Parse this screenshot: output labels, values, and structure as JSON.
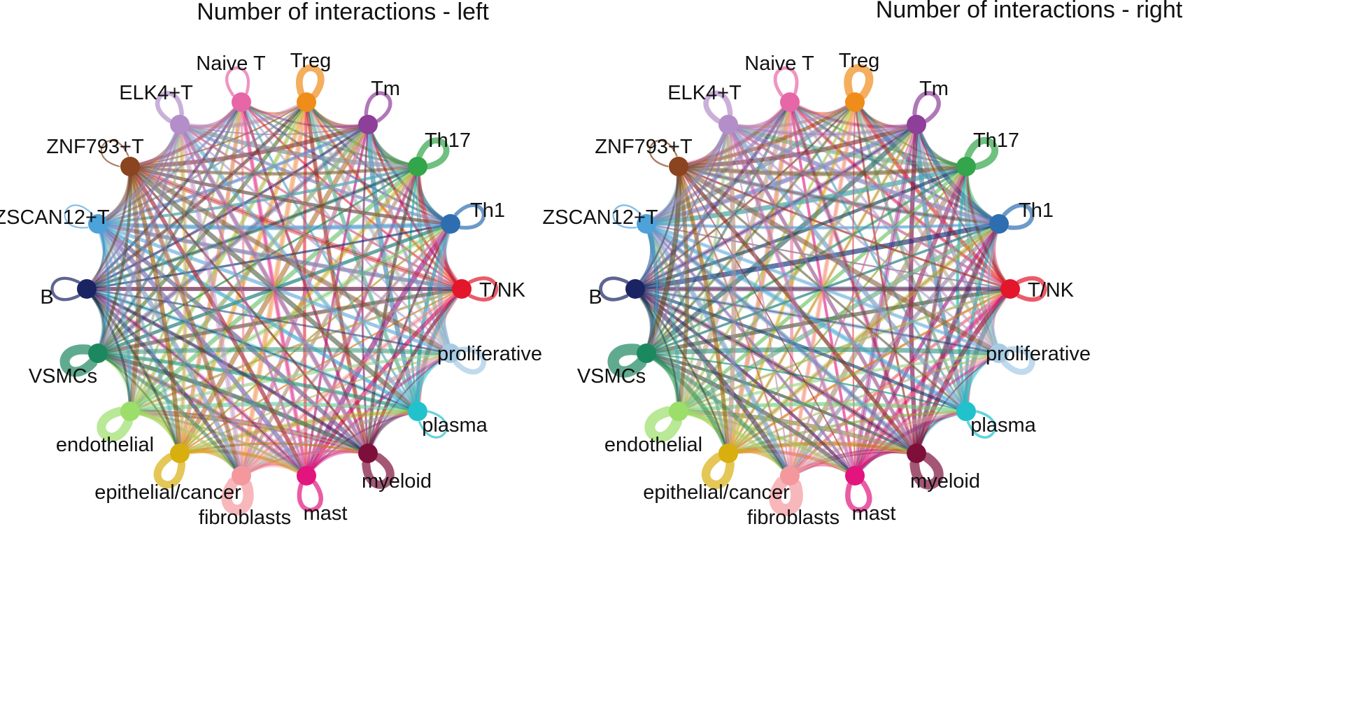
{
  "panels": [
    {
      "title": "Number of interactions - left",
      "loop_scale": "left"
    },
    {
      "title": "Number of interactions - right",
      "loop_scale": "right"
    }
  ],
  "nodes": [
    {
      "name": "Naive T",
      "color": "#E766A8",
      "loop": 3
    },
    {
      "name": "Treg",
      "color": "#F08C1A",
      "loop": 8
    },
    {
      "name": "Tm",
      "color": "#8E3F9A",
      "loop": 4
    },
    {
      "name": "Th17",
      "color": "#33A54A",
      "loop": 7
    },
    {
      "name": "Th1",
      "color": "#2E6EB0",
      "loop": 4
    },
    {
      "name": "T/NK",
      "color": "#E3162B",
      "loop": 4
    },
    {
      "name": "proliferative",
      "color": "#A7CBE5",
      "loop": 6
    },
    {
      "name": "plasma",
      "color": "#21C2CC",
      "loop": 2
    },
    {
      "name": "myeloid",
      "color": "#7E0F3B",
      "loop": 10
    },
    {
      "name": "mast",
      "color": "#E2157E",
      "loop": 5
    },
    {
      "name": "fibroblasts",
      "color": "#F4989E",
      "loop": 13
    },
    {
      "name": "epithelial/cancer",
      "color": "#D8AF0E",
      "loop": 9
    },
    {
      "name": "endothelial",
      "color": "#9BDE6A",
      "loop": 11
    },
    {
      "name": "VSMCs",
      "color": "#1C8860",
      "loop": 12
    },
    {
      "name": "B",
      "color": "#1B2463",
      "loop": 3
    },
    {
      "name": "ZSCAN12+T",
      "color": "#4EA2DA",
      "loop": 1
    },
    {
      "name": "ZNF793+T",
      "color": "#8A4420",
      "loop": 1
    },
    {
      "name": "ELK4+T",
      "color": "#B48EC9",
      "loop": 5
    }
  ]
}
